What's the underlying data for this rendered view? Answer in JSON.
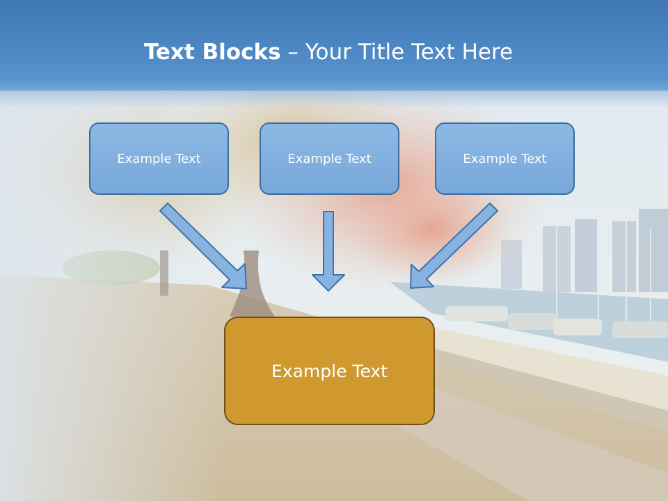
{
  "slide": {
    "title_bold": "Text Blocks",
    "title_dash": " – ",
    "title_rest": "Your Title Text Here"
  },
  "boxes": [
    {
      "label": "Example Text"
    },
    {
      "label": "Example Text"
    },
    {
      "label": "Example Text"
    }
  ],
  "target_box": {
    "label": "Example Text"
  },
  "colors": {
    "header": "#4d88c4",
    "box_fill": "#7eaddd",
    "box_border": "#3a6c9f",
    "target_fill": "#cf992f",
    "target_border": "#6e4f1c",
    "arrow_fill": "#86b3e0",
    "arrow_stroke": "#3e72a8"
  }
}
